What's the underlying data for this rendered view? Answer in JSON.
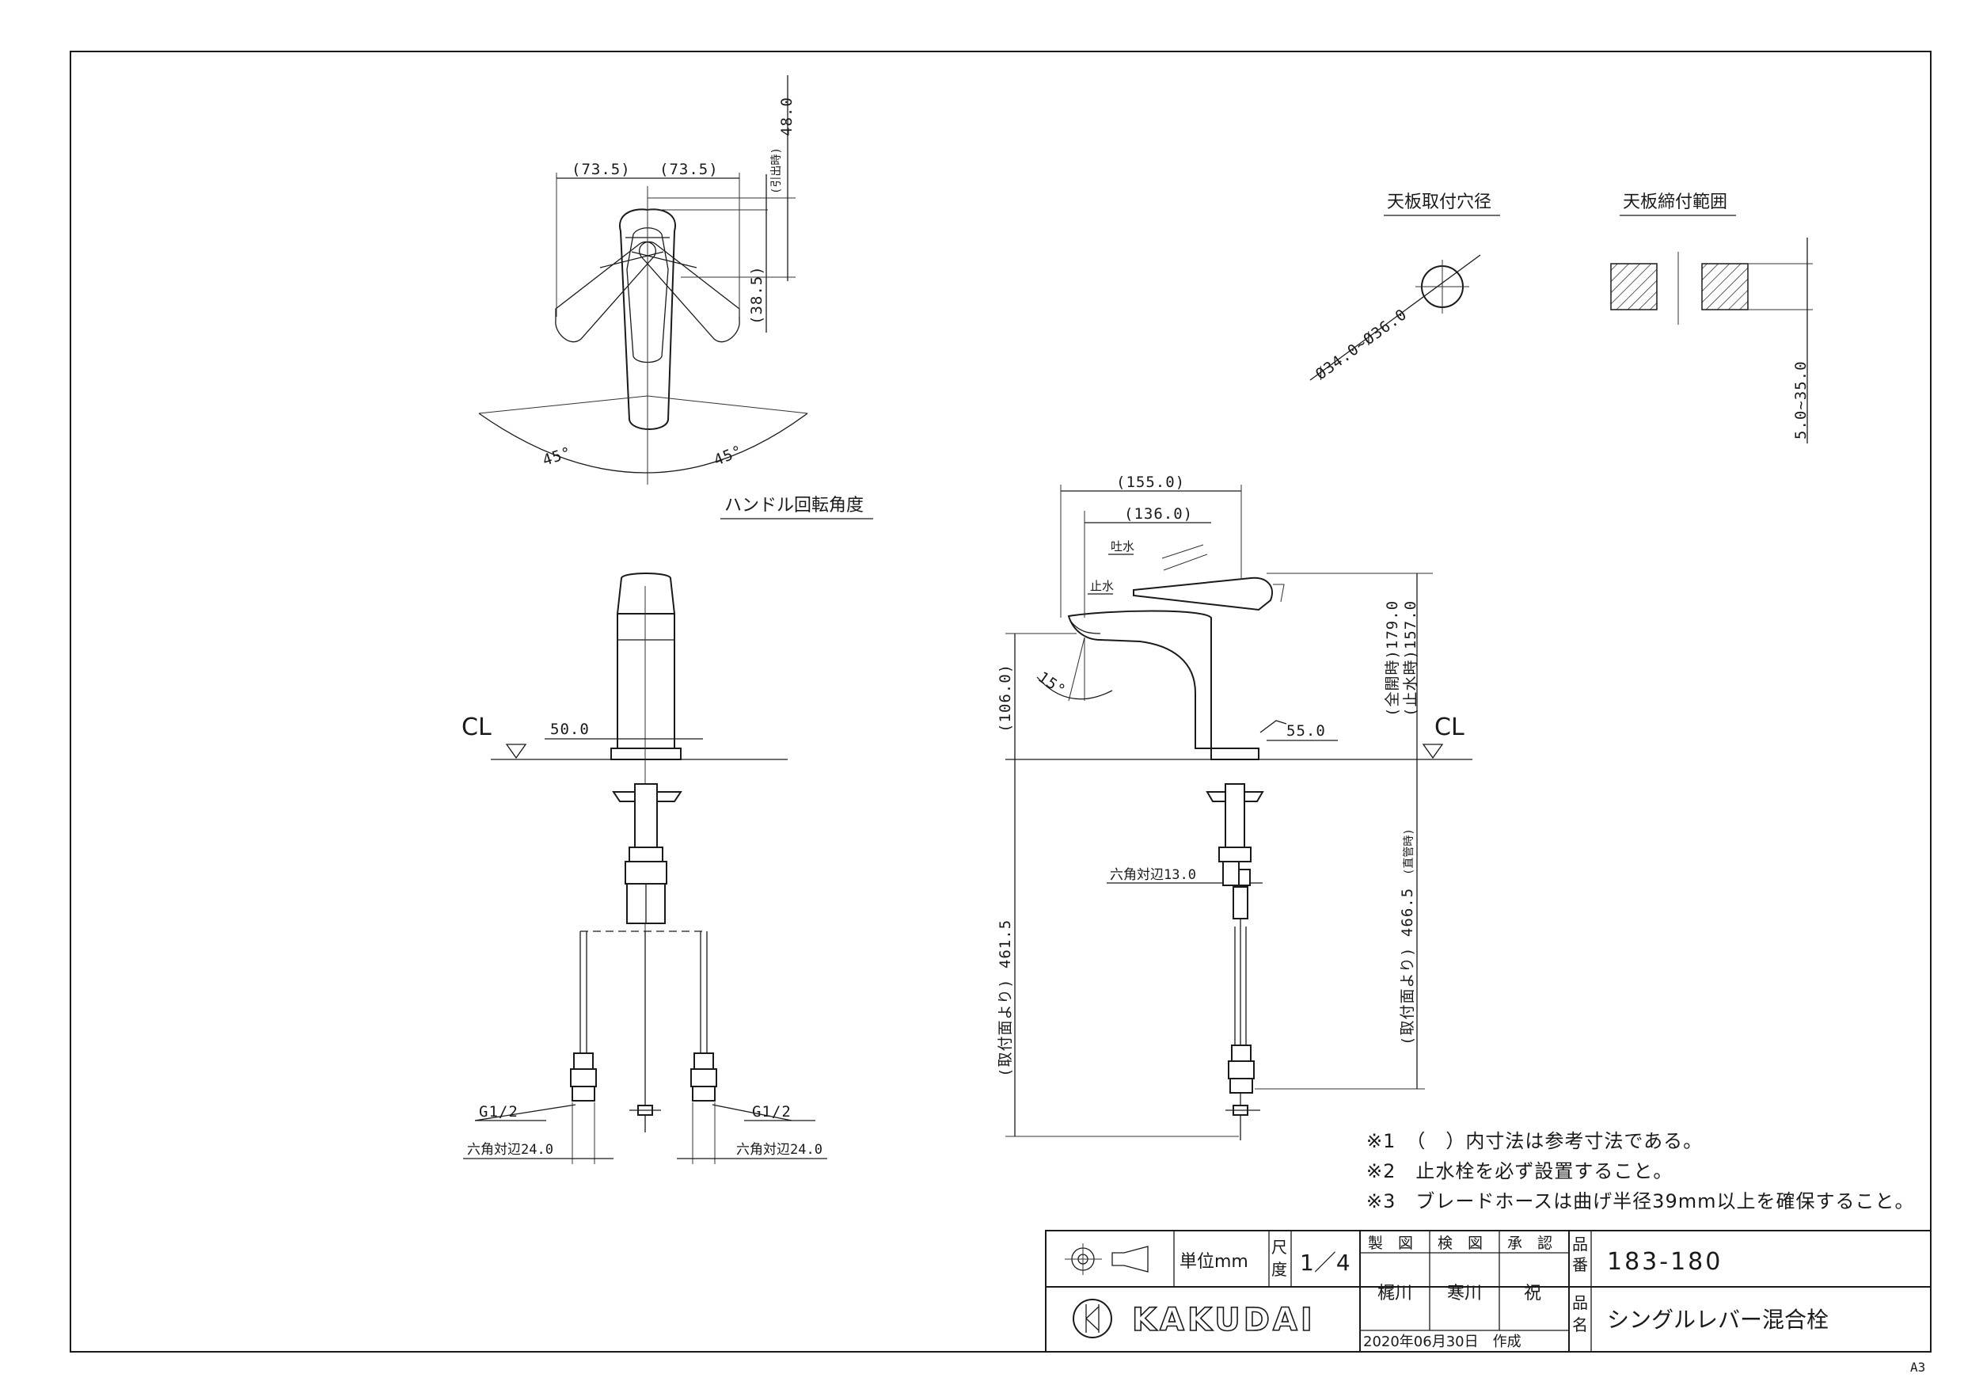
{
  "views": {
    "top": {
      "dim_left": "(73.5)",
      "dim_right": "(73.5)",
      "dim_pull": "48.0",
      "dim_pull_note": "(引出時)",
      "dim_depth": "(38.5)",
      "angle_left": "45°",
      "angle_right": "45°",
      "caption": "ハンドル回転角度"
    },
    "front": {
      "cl_label": "CL",
      "dim_body": "50.0",
      "thread_left": "G1/2",
      "thread_right": "G1/2",
      "hex_left": "六角対辺24.0",
      "hex_right": "六角対辺24.0"
    },
    "side": {
      "dim_reach_total": "(155.0)",
      "dim_reach_spout": "(136.0)",
      "label_flow": "吐水",
      "label_stop": "止水",
      "dim_spout_height": "(106.0)",
      "angle_spout": "15°",
      "dim_height_full": "(全開時)179.0",
      "dim_height_stop": "(止水時)157.0",
      "cl_label": "CL",
      "dim_base": "55.0",
      "hex_nut": "六角対辺13.0",
      "dim_hose_left": "(取付面より) 461.5",
      "dim_hose_right": "(取付面より) 466.5",
      "dim_hose_note": "(直管時)"
    },
    "hole": {
      "title": "天板取付穴径",
      "dim": "Ø34.0~Ø36.0"
    },
    "clamp": {
      "title": "天板締付範囲",
      "dim": "5.0~35.0"
    }
  },
  "notes": [
    "※1　（　）内寸法は参考寸法である。",
    "※2　止水栓を必ず設置すること。",
    "※3　ブレードホースは曲げ半径39mm以上を確保すること。"
  ],
  "title_block": {
    "unit_label": "単位mm",
    "scale_label": "尺度",
    "scale_value": "1／4",
    "drawn_label": "製　図",
    "checked_label": "検　図",
    "approved_label": "承　認",
    "drawn_by": "梶川",
    "checked_by": "寒川",
    "approved_by": "祝",
    "part_no_label": "品番",
    "part_no": "183-180",
    "part_name_label": "品名",
    "part_name": "シングルレバー混合栓",
    "date": "2020年06月30日　作成",
    "logo": "KAKUDAI"
  },
  "sheet_size": "A3"
}
